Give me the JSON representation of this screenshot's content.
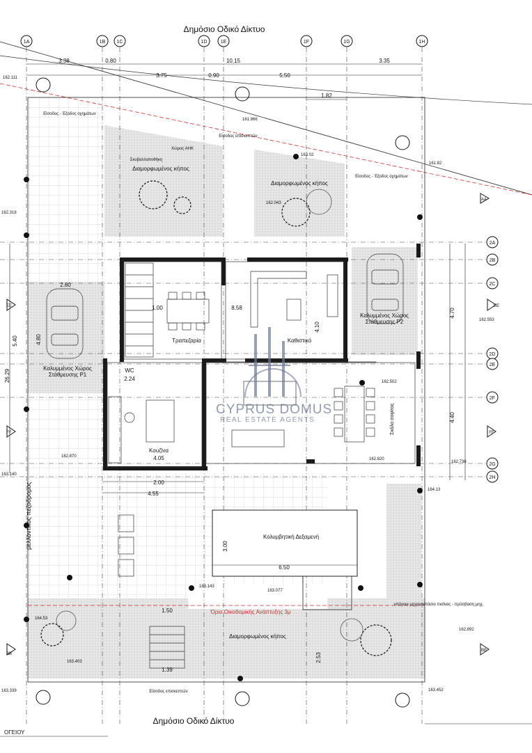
{
  "road_top": "Δημόσιο Οδικό Δίκτυο",
  "road_bottom": "Δημόσιο Οδικό Δίκτυο",
  "grid_columns": [
    "1A",
    "1B",
    "1C",
    "1D",
    "1E",
    "1F",
    "1G",
    "1H"
  ],
  "grid_rows": [
    "2A",
    "2B",
    "2C",
    "2D",
    "2E",
    "2F",
    "2G",
    "2H"
  ],
  "section_marks": [
    "AA",
    "BB",
    "EE",
    "FF"
  ],
  "top_dims": [
    "3.38",
    "0.80",
    "10.15",
    "3.35",
    "3.75",
    "0.90",
    "5.50",
    "1.82"
  ],
  "rooms": {
    "living": "Καθιστικό",
    "dining": "Τραπεζαρία",
    "kitchen": "Κουζίνα",
    "wc": "WC",
    "pool": "Κολυμβητική Δεξαμενή",
    "garden1": "Διαμορφωμένος κήπος",
    "garden2": "Διαμορφωμένος κήπος",
    "garden3": "Διαμορφωμένος κήπος",
    "parking1_a": "Καλυμμένος Χώρος",
    "parking1_b": "Στάθμευσης P1",
    "parking2_a": "Καλυμμένος Χώρος",
    "parking2_b": "Στάθμευσης P2",
    "storage": "Σκυβαλλαποθήκη",
    "ahk": "Χώρος ΑΗΚ",
    "entrance_vehicles": "Είσοδος - Έξοδος οχημάτων",
    "entrance_visitors": "Είσοδος επισκεπτών",
    "future_sidewalk": "μελλοντικός πεζόδρομος",
    "stairs": "Σκάλα σοφίτας",
    "pool_machinery": "υπόγεια μηχανοστάσιο πισίνας - πρόσβαση μηχ.",
    "build_limit": "Όριο Οικοδομικής Ανάπτυξης 3μ",
    "corner_label": "ΟΓΕΙΟΥ"
  },
  "levels": [
    "162.111",
    "162.318",
    "163.140",
    "163.339",
    "161.966",
    "163.02",
    "161.82",
    "162.043",
    "162.553",
    "162.502",
    "162.736",
    "162.820",
    "162.870",
    "163.143",
    "163.077",
    "162.892",
    "163.452",
    "163.403",
    "164.53",
    "164.13"
  ],
  "room_dims": [
    "1.00",
    "8.58",
    "4.10",
    "4.05",
    "2.24",
    "2.00",
    "4.55",
    "6.50",
    "3.00",
    "2.80",
    "4.80",
    "5.40",
    "26.29",
    "1.50",
    "1.39",
    "2.53",
    "4.40",
    "4.70"
  ],
  "watermark": {
    "name": "CYPRUS DOMUS",
    "sub": "REAL ESTATE AGENTS"
  }
}
